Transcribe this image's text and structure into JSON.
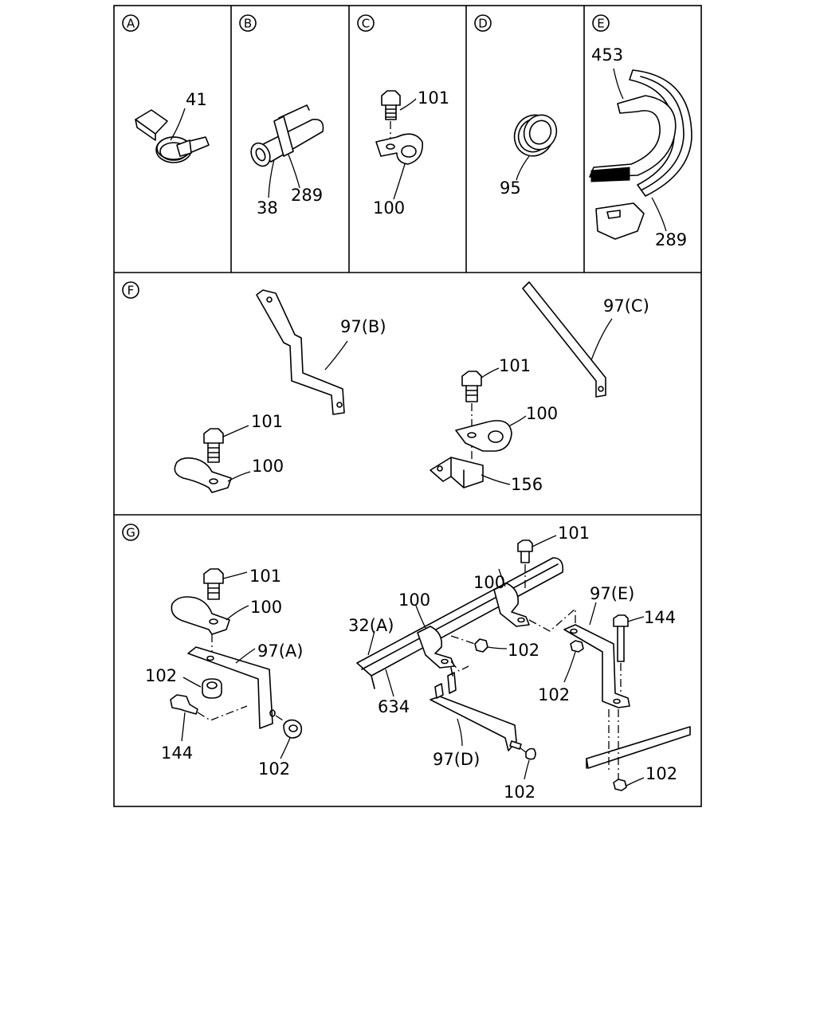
{
  "panels": {
    "a": {
      "letter": "A",
      "labels": [
        "41"
      ]
    },
    "b": {
      "letter": "B",
      "labels": [
        "38",
        "289"
      ]
    },
    "c": {
      "letter": "C",
      "labels": [
        "101",
        "100"
      ]
    },
    "d": {
      "letter": "D",
      "labels": [
        "95"
      ]
    },
    "e": {
      "letter": "E",
      "labels": [
        "453",
        "289"
      ]
    },
    "f": {
      "letter": "F",
      "labels": [
        "97(B)",
        "101",
        "100",
        "97(C)",
        "101",
        "100",
        "156"
      ]
    },
    "g": {
      "letter": "G",
      "labels": [
        "101",
        "100",
        "97(A)",
        "102",
        "144",
        "102",
        "101",
        "100",
        "100",
        "97(E)",
        "144",
        "32(A)",
        "102",
        "634",
        "102",
        "97(D)",
        "102",
        "102"
      ]
    }
  }
}
